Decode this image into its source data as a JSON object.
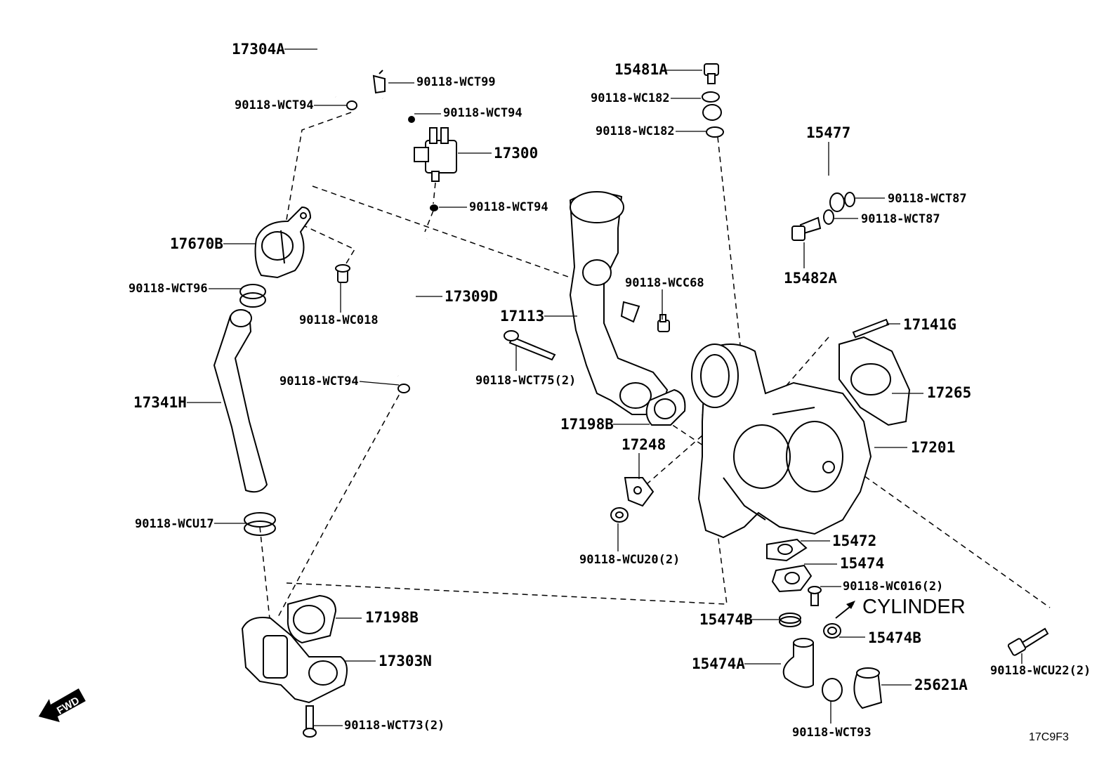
{
  "labels": {
    "p17304A": "17304A",
    "p90118WCT99": "90118-WCT99",
    "p90118WCT94a": "90118-WCT94",
    "p90118WCT94b": "90118-WCT94",
    "p17300": "17300",
    "p90118WCT94c": "90118-WCT94",
    "p17670B": "17670B",
    "p90118WCT96": "90118-WCT96",
    "p90118WC018": "90118-WC018",
    "p17309D": "17309D",
    "p17341H": "17341H",
    "p90118WCT94d": "90118-WCT94",
    "p90118WCU17": "90118-WCU17",
    "p17198Ba": "17198B",
    "p17303N": "17303N",
    "p90118WCT73": "90118-WCT73(2)",
    "p15481A": "15481A",
    "p90118WC182a": "90118-WC182",
    "p90118WC182b": "90118-WC182",
    "p15477": "15477",
    "p90118WCT87a": "90118-WCT87",
    "p90118WCT87b": "90118-WCT87",
    "p15482A": "15482A",
    "p90118WCC68": "90118-WCC68",
    "p17113": "17113",
    "p90118WCT75": "90118-WCT75(2)",
    "p17141G": "17141G",
    "p17265": "17265",
    "p17198Bb": "17198B",
    "p17248": "17248",
    "p17201": "17201",
    "p90118WCU20": "90118-WCU20(2)",
    "p15472": "15472",
    "p15474": "15474",
    "p90118WC016": "90118-WC016(2)",
    "p15474Ba": "15474B",
    "p15474Bb": "15474B",
    "p15474A": "15474A",
    "p25621A": "25621A",
    "p90118WCT93": "90118-WCT93",
    "p90118WCU22": "90118-WCU22(2)"
  },
  "direction": {
    "cylinder": "CYLINDER",
    "fwd": "FWD"
  },
  "diagram_code": "17C9F3"
}
